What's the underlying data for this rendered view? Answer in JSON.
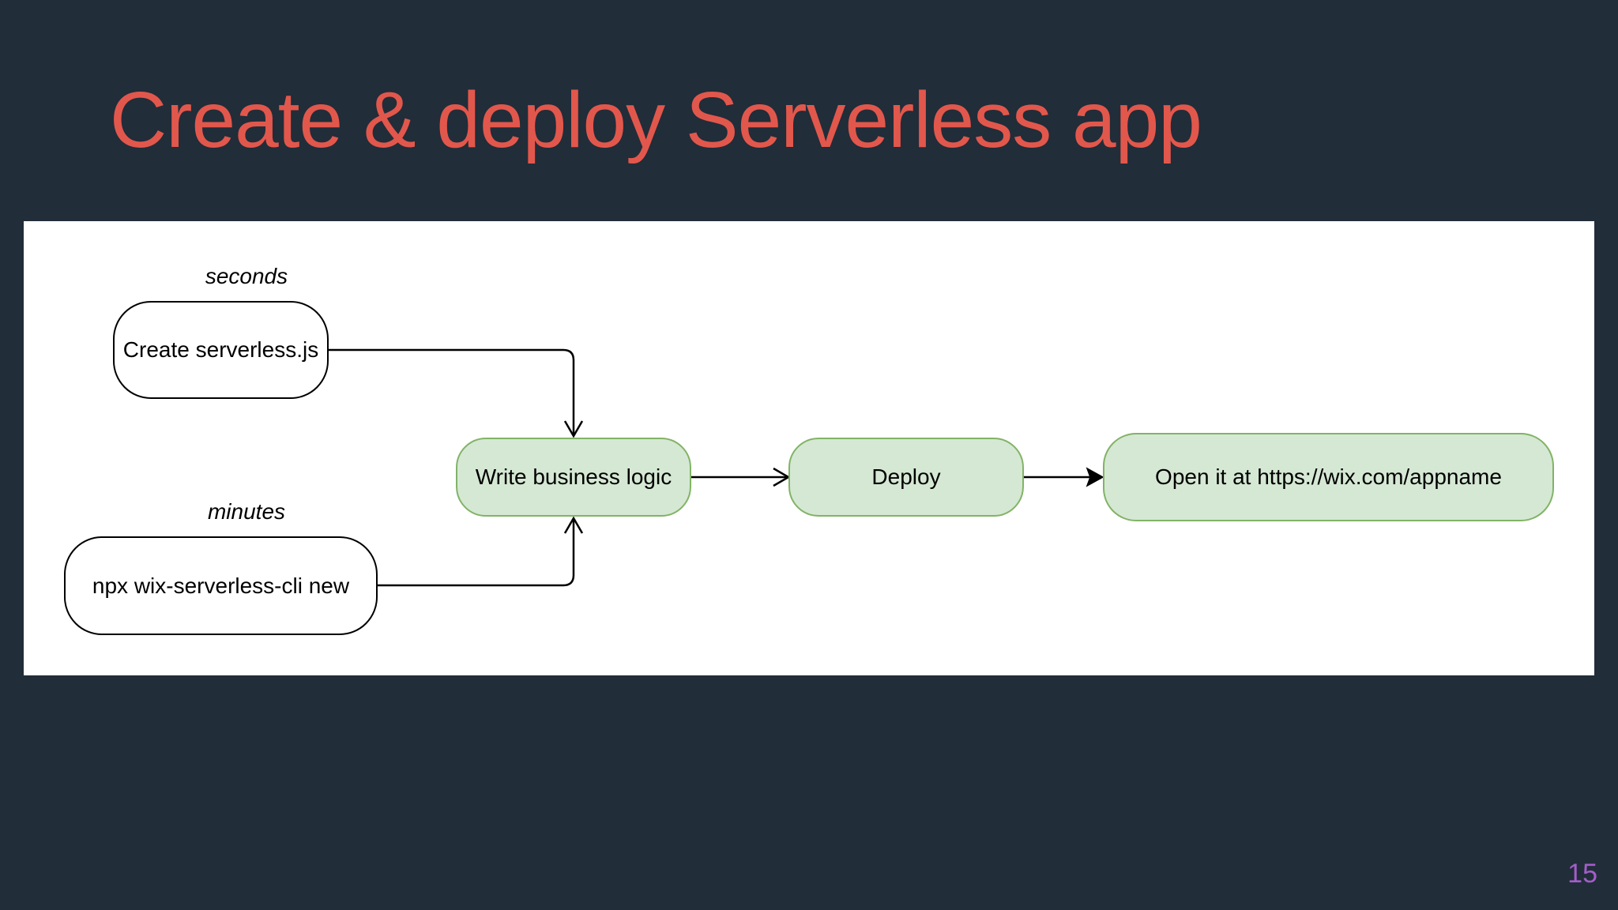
{
  "slide": {
    "title": "Create & deploy Serverless app",
    "page_number": "15"
  },
  "diagram": {
    "labels": {
      "seconds": "seconds",
      "minutes": "minutes"
    },
    "nodes": {
      "create_serverless_js": "Create serverless.js",
      "npx_new": "npx wix-serverless-cli new",
      "write_business_logic": "Write business logic",
      "deploy": "Deploy",
      "open_url": "Open it at https://wix.com/appname"
    },
    "connections": [
      {
        "from": "Create serverless.js",
        "to": "Write business logic"
      },
      {
        "from": "npx wix-serverless-cli new",
        "to": "Write business logic"
      },
      {
        "from": "Write business logic",
        "to": "Deploy"
      },
      {
        "from": "Deploy",
        "to": "Open it at https://wix.com/appname"
      }
    ],
    "colors": {
      "background": "#212d39",
      "title": "#e2574c",
      "page_number": "#a35ec8",
      "green_fill": "#d5e8d4",
      "green_stroke": "#82b366"
    }
  }
}
